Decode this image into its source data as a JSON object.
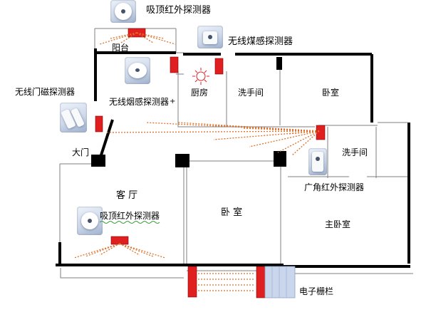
{
  "labels": {
    "ceiling_pir_top": "吸顶红外探测器",
    "wireless_co_detector": "无线煤感探测器",
    "balcony": "阳台",
    "wireless_door_detector": "无线门磁探测器",
    "wireless_smoke_detector": "无线烟感探测器",
    "smoke_plus": "+",
    "kitchen": "厨房",
    "bathroom_1": "洗手间",
    "bedroom_1": "卧室",
    "bathroom_2": "洗手间",
    "main_door": "大门",
    "living_room": "客 厅",
    "wide_angle_pir": "广角红外探测器",
    "ceiling_pir_living": "吸顶红外探测器",
    "bedroom_2": "卧 室",
    "master_bedroom": "主卧室",
    "electronic_fence": "电子栅栏"
  },
  "colors": {
    "wall": "#000000",
    "thin_wall": "#7f7f7f",
    "sensor": "#e02020",
    "beam": "#d9722c",
    "fence_glass": "#c9d6ec",
    "kitchen_sun": "#e02020"
  }
}
